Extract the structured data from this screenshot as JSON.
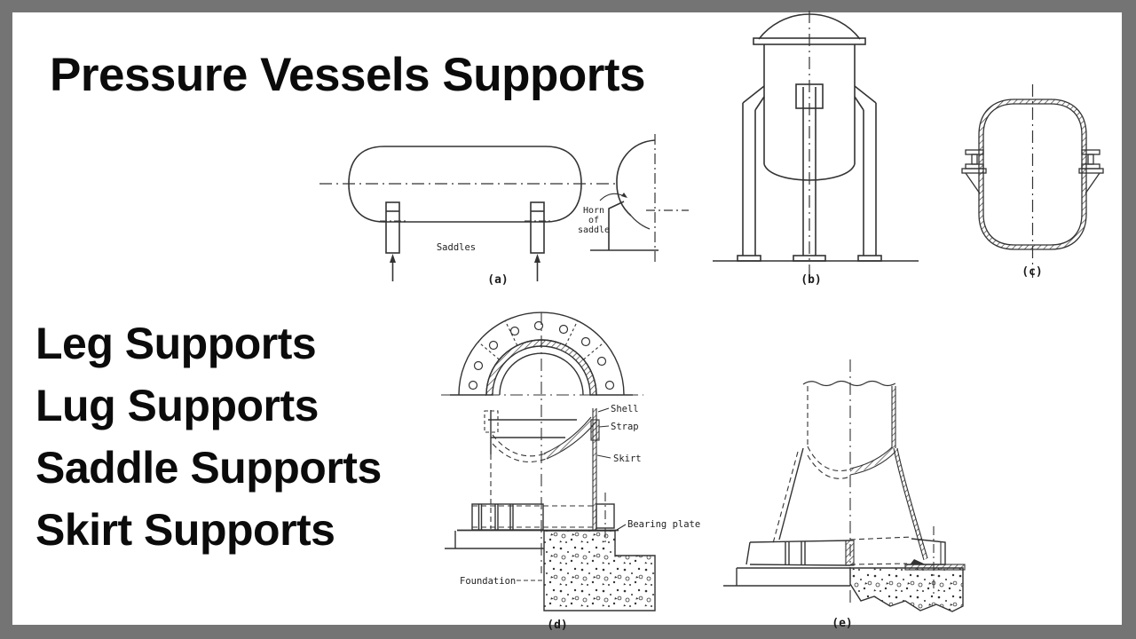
{
  "title": "Pressure Vessels Supports",
  "support_types": [
    "Leg Supports",
    "Lug Supports",
    "Saddle Supports",
    "Skirt Supports"
  ],
  "figures": {
    "a": {
      "tag": "(a)",
      "saddles_label": "Saddles",
      "horn_label_lines": [
        "Horn",
        "of",
        "saddle"
      ]
    },
    "b": {
      "tag": "(b)"
    },
    "c": {
      "tag": "(c)"
    },
    "d": {
      "tag": "(d)",
      "shell_label": "Shell",
      "strap_label": "Strap",
      "skirt_label": "Skirt",
      "bearing_plate_label": "Bearing plate",
      "foundation_label": "Foundation"
    },
    "e": {
      "tag": "(e)"
    }
  },
  "colors": {
    "frame_border": "#747474",
    "canvas_background": "#ffffff",
    "drawing_line": "#333333",
    "text": "#0b0b0b"
  }
}
